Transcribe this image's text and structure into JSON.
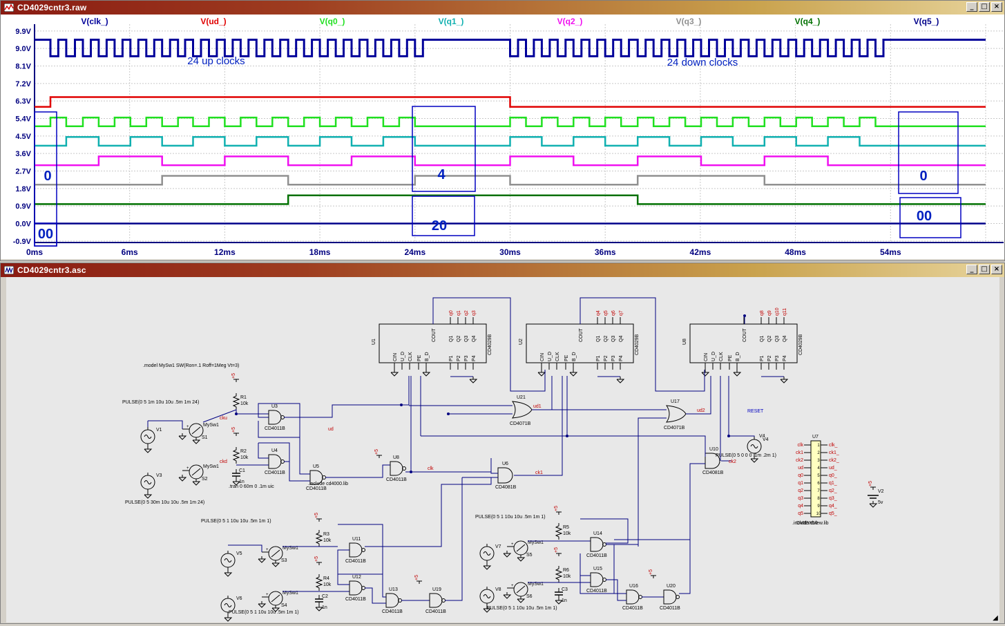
{
  "waveform_window": {
    "title": "CD4029cntr3.raw",
    "traces": [
      {
        "label": "V(clk_)",
        "color": "#00009a"
      },
      {
        "label": "V(ud_)",
        "color": "#e00000"
      },
      {
        "label": "V(q0_)",
        "color": "#20e020"
      },
      {
        "label": "V(q1_)",
        "color": "#10b0b0"
      },
      {
        "label": "V(q2_)",
        "color": "#f010f0"
      },
      {
        "label": "V(q3_)",
        "color": "#909090"
      },
      {
        "label": "V(q4_)",
        "color": "#007000"
      },
      {
        "label": "V(q5_)",
        "color": "#00008a"
      }
    ],
    "y_ticks": [
      "9.9V",
      "9.0V",
      "8.1V",
      "7.2V",
      "6.3V",
      "5.4V",
      "4.5V",
      "3.6V",
      "2.7V",
      "1.8V",
      "0.9V",
      "0.0V",
      "-0.9V"
    ],
    "x_ticks": [
      "0ms",
      "6ms",
      "12ms",
      "18ms",
      "24ms",
      "30ms",
      "36ms",
      "42ms",
      "48ms",
      "54ms"
    ],
    "annotations": {
      "up_clocks": "24 up clocks",
      "down_clocks": "24 down clocks",
      "box_low_start": "0",
      "box_high_start": "00",
      "box_low_mid": "4",
      "box_high_mid": "20",
      "box_low_end": "0",
      "box_high_end": "00"
    }
  },
  "schematic_window": {
    "title": "CD4029cntr3.asc",
    "texts": {
      "model": ".model MySw1  SW(Ron=.1 Roff=1Meg Vt=3)",
      "pulse_v1": "PULSE(0 5 1m 10u 10u .5m 1m 24)",
      "pulse_v3": "PULSE(0 5 30m 10u 10u .5m 1m 24)",
      "tran": ".tran 0 60m 0 .1m uic",
      "include_lib": ".include cd4000.lib",
      "pulse_v5": "PULSE(0 5 1 10u 10u .5m 1m 1)",
      "pulse_v6": "PULSE(0 5 1 10u 10u .5m 1m 1)",
      "pulse_v7": "PULSE(0 5 1 10u 10u .5m 1m 1)",
      "pulse_v8": "PULSE(0 5 1 10u 10u .5m 1m 1)",
      "pulse_v4": "PULSE(0 5 0 0 0 .1m .2m 1)",
      "reset": "RESET",
      "include_dview": ".include dview.lib",
      "dview": "DVIEW10",
      "v2_value": "5v"
    },
    "counters": [
      {
        "ref": "U1",
        "part": "CD4029B",
        "out_labels": [
          "q0",
          "q1",
          "q2",
          "q3"
        ]
      },
      {
        "ref": "U2",
        "part": "CD4029B",
        "out_labels": [
          "q4",
          "q5",
          "q6",
          "q7"
        ]
      },
      {
        "ref": "U8",
        "part": "CD4029B",
        "out_labels": [
          "q8",
          "q9",
          "q10",
          "q11"
        ]
      }
    ],
    "counter_pins_top": [
      "COUT",
      "Q1",
      "Q2",
      "Q3",
      "Q4"
    ],
    "counter_pins_bottom": [
      "CIN",
      "U_D",
      "CLK",
      "PE",
      "B_D",
      "P1",
      "P2",
      "P3",
      "P4"
    ],
    "gates": [
      {
        "ref": "U3",
        "part": "CD4011B"
      },
      {
        "ref": "U4",
        "part": "CD4011B"
      },
      {
        "ref": "U5",
        "part": "CD4011B"
      },
      {
        "ref": "U8",
        "part": "CD4011B"
      },
      {
        "ref": "U21",
        "part": "CD4071B"
      },
      {
        "ref": "U17",
        "part": "CD4071B"
      },
      {
        "ref": "U6",
        "part": "CD4081B"
      },
      {
        "ref": "U10",
        "part": "CD4081B"
      },
      {
        "ref": "U11",
        "part": "CD4011B"
      },
      {
        "ref": "U12",
        "part": "CD4011B"
      },
      {
        "ref": "U13",
        "part": "CD4011B"
      },
      {
        "ref": "U19",
        "part": "CD4011B"
      },
      {
        "ref": "U14",
        "part": "CD4011B"
      },
      {
        "ref": "U15",
        "part": "CD4011B"
      },
      {
        "ref": "U16",
        "part": "CD4011B"
      },
      {
        "ref": "U20",
        "part": "CD4011B"
      }
    ],
    "nets": {
      "cku": "cku",
      "ckd": "ckd",
      "ud": "ud",
      "clk": "clk",
      "ck1": "ck1",
      "ck2": "ck2",
      "ud1": "ud1",
      "ud2": "ud2"
    },
    "dview_inputs": [
      "clk",
      "ck1",
      "ck2",
      "ud",
      "q0",
      "q1",
      "q2",
      "q3",
      "q4",
      "q5"
    ],
    "dview_outputs": [
      "clk_",
      "ck1_",
      "ck2_",
      "ud_",
      "q0_",
      "q1_",
      "q2_",
      "q3_",
      "q4_",
      "q5_"
    ],
    "passives": [
      {
        "ref": "R1",
        "value": "10k"
      },
      {
        "ref": "R2",
        "value": "10k"
      },
      {
        "ref": "R3",
        "value": "10k"
      },
      {
        "ref": "R4",
        "value": "10k"
      },
      {
        "ref": "R5",
        "value": "10k"
      },
      {
        "ref": "R6",
        "value": "10k"
      },
      {
        "ref": "C1",
        "value": "1n"
      },
      {
        "ref": "C2",
        "value": "1n"
      },
      {
        "ref": "C3",
        "value": "1n"
      }
    ],
    "switches": [
      {
        "ref": "S1",
        "model": "MySw1"
      },
      {
        "ref": "S2",
        "model": "MySw1"
      },
      {
        "ref": "S3",
        "model": "MySw1"
      },
      {
        "ref": "S4",
        "model": "MySw1"
      },
      {
        "ref": "S5",
        "model": "MySw1"
      },
      {
        "ref": "S6",
        "model": "MySw1"
      }
    ],
    "sources": [
      "V1",
      "V3",
      "V5",
      "V6",
      "V7",
      "V8",
      "V4",
      "V2"
    ],
    "supply_label": "+5"
  }
}
